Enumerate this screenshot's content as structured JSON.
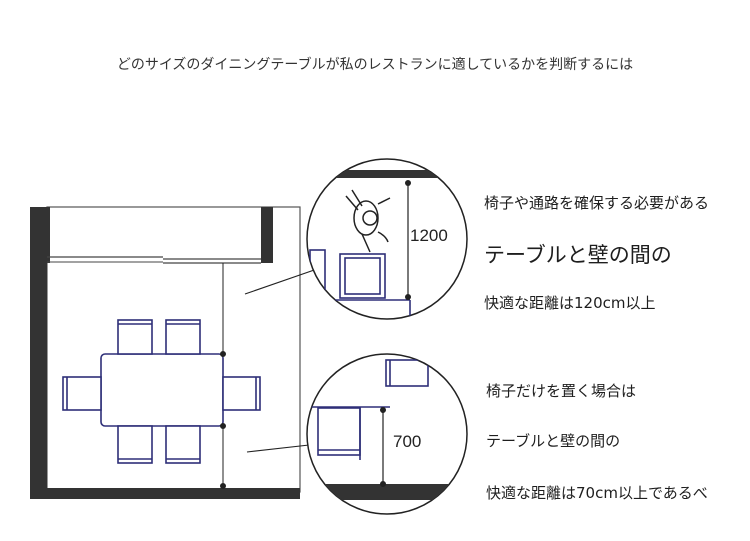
{
  "title": "どのサイズのダイニングテーブルが私のレストランに適しているかを判断するには",
  "dimensions": {
    "walkway": "1200",
    "chair_only": "700"
  },
  "notes_top": {
    "line1": "椅子や通路を確保する必要がある",
    "line2": "テーブルと壁の間の",
    "line3": "快適な距離は120cm以上"
  },
  "notes_bottom": {
    "line1": "椅子だけを置く場合は",
    "line2": "テーブルと壁の間の",
    "line3": "快適な距離は70cm以上であるべ"
  },
  "colors": {
    "wall": "#333333",
    "furniture": "#2e2f78",
    "line": "#222222"
  }
}
